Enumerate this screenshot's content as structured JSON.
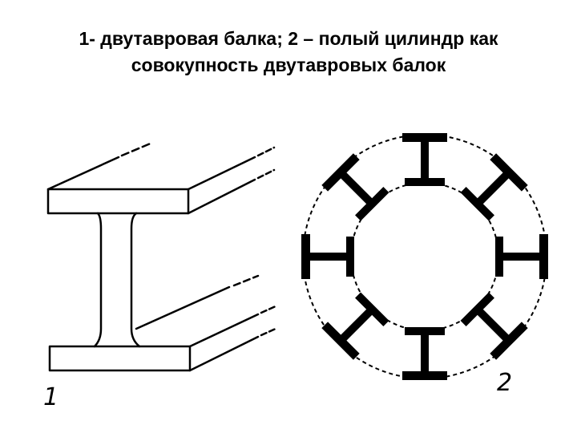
{
  "title": {
    "line1": "1- двутавровая балка; 2 – полый цилиндр как",
    "line2": "совокупность двутавровых балок"
  },
  "figure": {
    "label_beam": "1",
    "label_cylinder": "2",
    "stroke_color": "#000000",
    "background_color": "#ffffff",
    "cylinder_beam_count": 8
  }
}
